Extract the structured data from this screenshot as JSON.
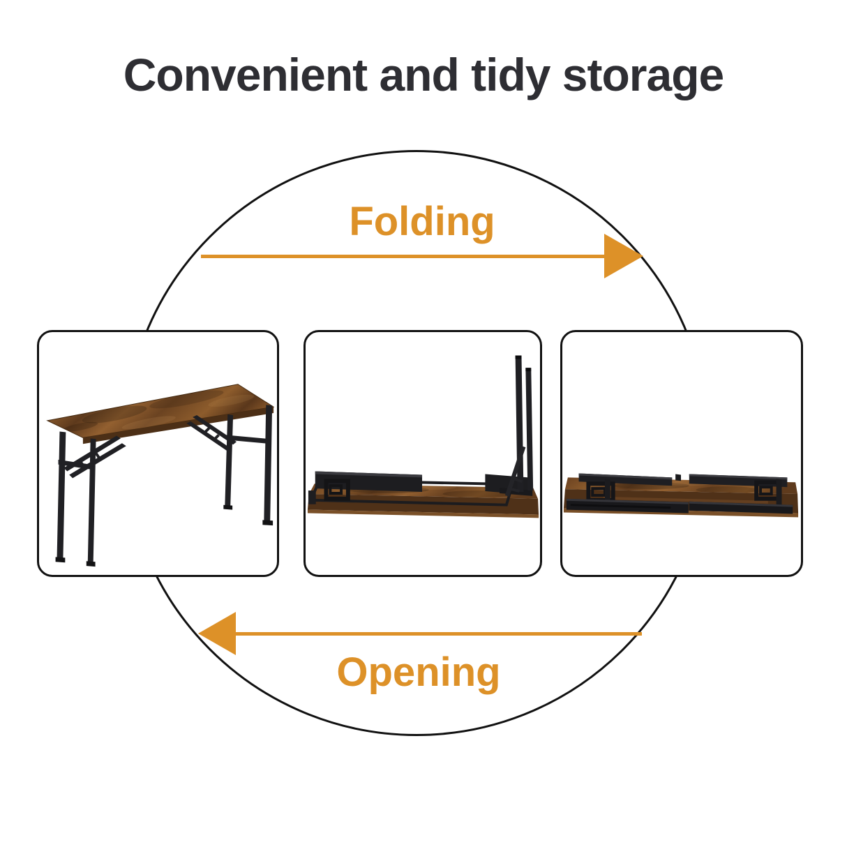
{
  "title": "Convenient and tidy storage",
  "cycle": {
    "folding_label": "Folding",
    "opening_label": "Opening"
  },
  "steps": [
    {
      "icon": "assembled-table-image"
    },
    {
      "icon": "half-folded-table-image"
    },
    {
      "icon": "folded-flat-table-image"
    }
  ],
  "colors": {
    "accent_orange": "#dd9128",
    "line_color": "#111111",
    "title_color": "#2e2e33",
    "panel_bg": "#ffffff",
    "wood_mid": "#7b4e26",
    "wood_dark": "#53341a",
    "wood_light": "#96682f",
    "metal_black": "#1f1f22"
  }
}
